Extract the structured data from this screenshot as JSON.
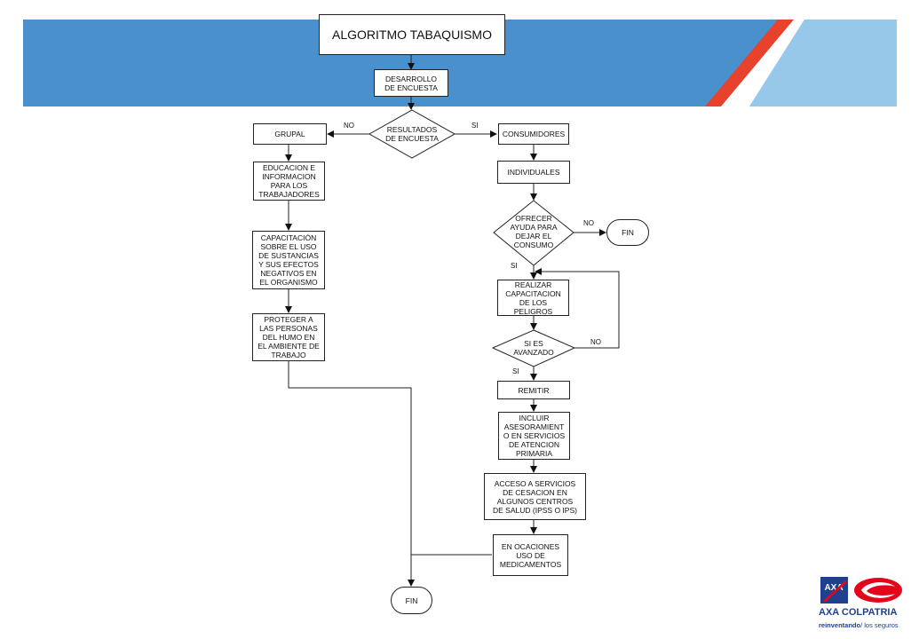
{
  "title": "ALGORITMO TABAQUISMO",
  "colors": {
    "banner_blue": "#4a90cc",
    "banner_light": "#96c8ea",
    "accent_red": "#e8412c",
    "axa_blue": "#1f3f8f",
    "colpatria_red": "#e3061b"
  },
  "nodes": {
    "desarrollo": "DESARROLLO\nDE  ENCUESTA",
    "resultados": "RESULTADOS\nDE ENCUESTA",
    "grupal": "GRUPAL",
    "educacion": "EDUCACION E\nINFORMACION\nPARA LOS\nTRABAJADORES",
    "capacitacion": "CAPACITACIÓN\nSOBRE EL USO\nDE SUSTANCIAS\nY SUS EFECTOS\nNEGATIVOS EN\nEL ORGANISMO",
    "proteger": "PROTEGER A\nLAS PERSONAS\nDEL HUMO EN\nEL AMBIENTE DE\nTRABAJO",
    "consumidores": "CONSUMIDORES",
    "individuales": "INDIVIDUALES",
    "ofrecer": "OFRECER\nAYUDA PARA\nDEJAR EL\nCONSUMO",
    "fin_top": "FIN",
    "realizar": "REALIZAR\nCAPACITACION\nDE LOS\nPELIGROS",
    "si_es": "SI ES\nAVANZADO",
    "remitir": "REMITIR",
    "incluir": "INCLUIR\nASESORAMIENT\nO EN SERVICIOS\nDE ATENCION\nPRIMARIA",
    "acceso": "ACCESO A SERVICIOS\nDE CESACION EN\nALGUNOS CENTROS\nDE SALUD (IPSS O IPS)",
    "medicamentos": "EN OCACIONES\nUSO DE\nMEDICAMENTOS",
    "fin_bottom": "FIN"
  },
  "edge_labels": {
    "no_left": "NO",
    "si_right": "SI",
    "no_ofrecer": "NO",
    "si_ofrecer": "SI",
    "no_avanzado": "NO",
    "si_avanzado": "SI"
  },
  "logo": {
    "brand": "AXA COLPATRIA",
    "tagline_bold": "reinventando",
    "tagline_rest": "/ los seguros"
  }
}
